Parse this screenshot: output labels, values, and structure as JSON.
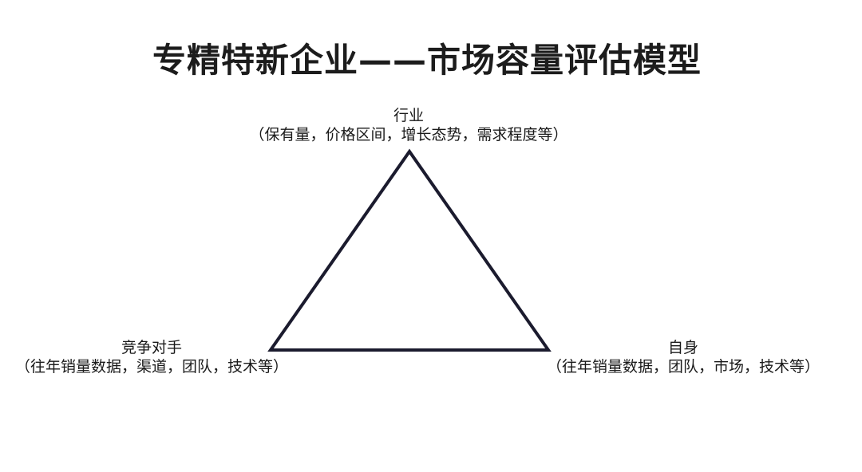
{
  "title": "专精特新企业——市场容量评估模型",
  "nodes": {
    "top": {
      "name": "行业",
      "detail": "（保有量，价格区间，增长态势，需求程度等）"
    },
    "left": {
      "name": "竞争对手",
      "detail": "（往年销量数据，渠道，团队，技术等）"
    },
    "right": {
      "name": "自身",
      "detail": "（往年销量数据，团队，市场，技术等）"
    }
  },
  "colors": {
    "stroke": "#1b1b2e",
    "text": "#1a1a1a"
  }
}
